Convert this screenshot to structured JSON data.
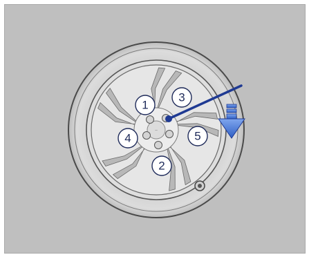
{
  "diagram": {
    "type": "wheel-lug-nut-tightening-sequence",
    "icons": {
      "wrench": "lug-wrench-icon",
      "arrow": "down-arrow-icon",
      "valve": "valve-stem-icon"
    },
    "colors": {
      "background": "#bfbfbf",
      "tire": "#d2d2d2",
      "rim": "#e0e0e0",
      "label_border": "#1f2b5a",
      "wrench": "#1f3a93",
      "arrow": "#3f6fd1"
    },
    "nut_labels": [
      "1",
      "3",
      "4",
      "5",
      "2"
    ]
  }
}
